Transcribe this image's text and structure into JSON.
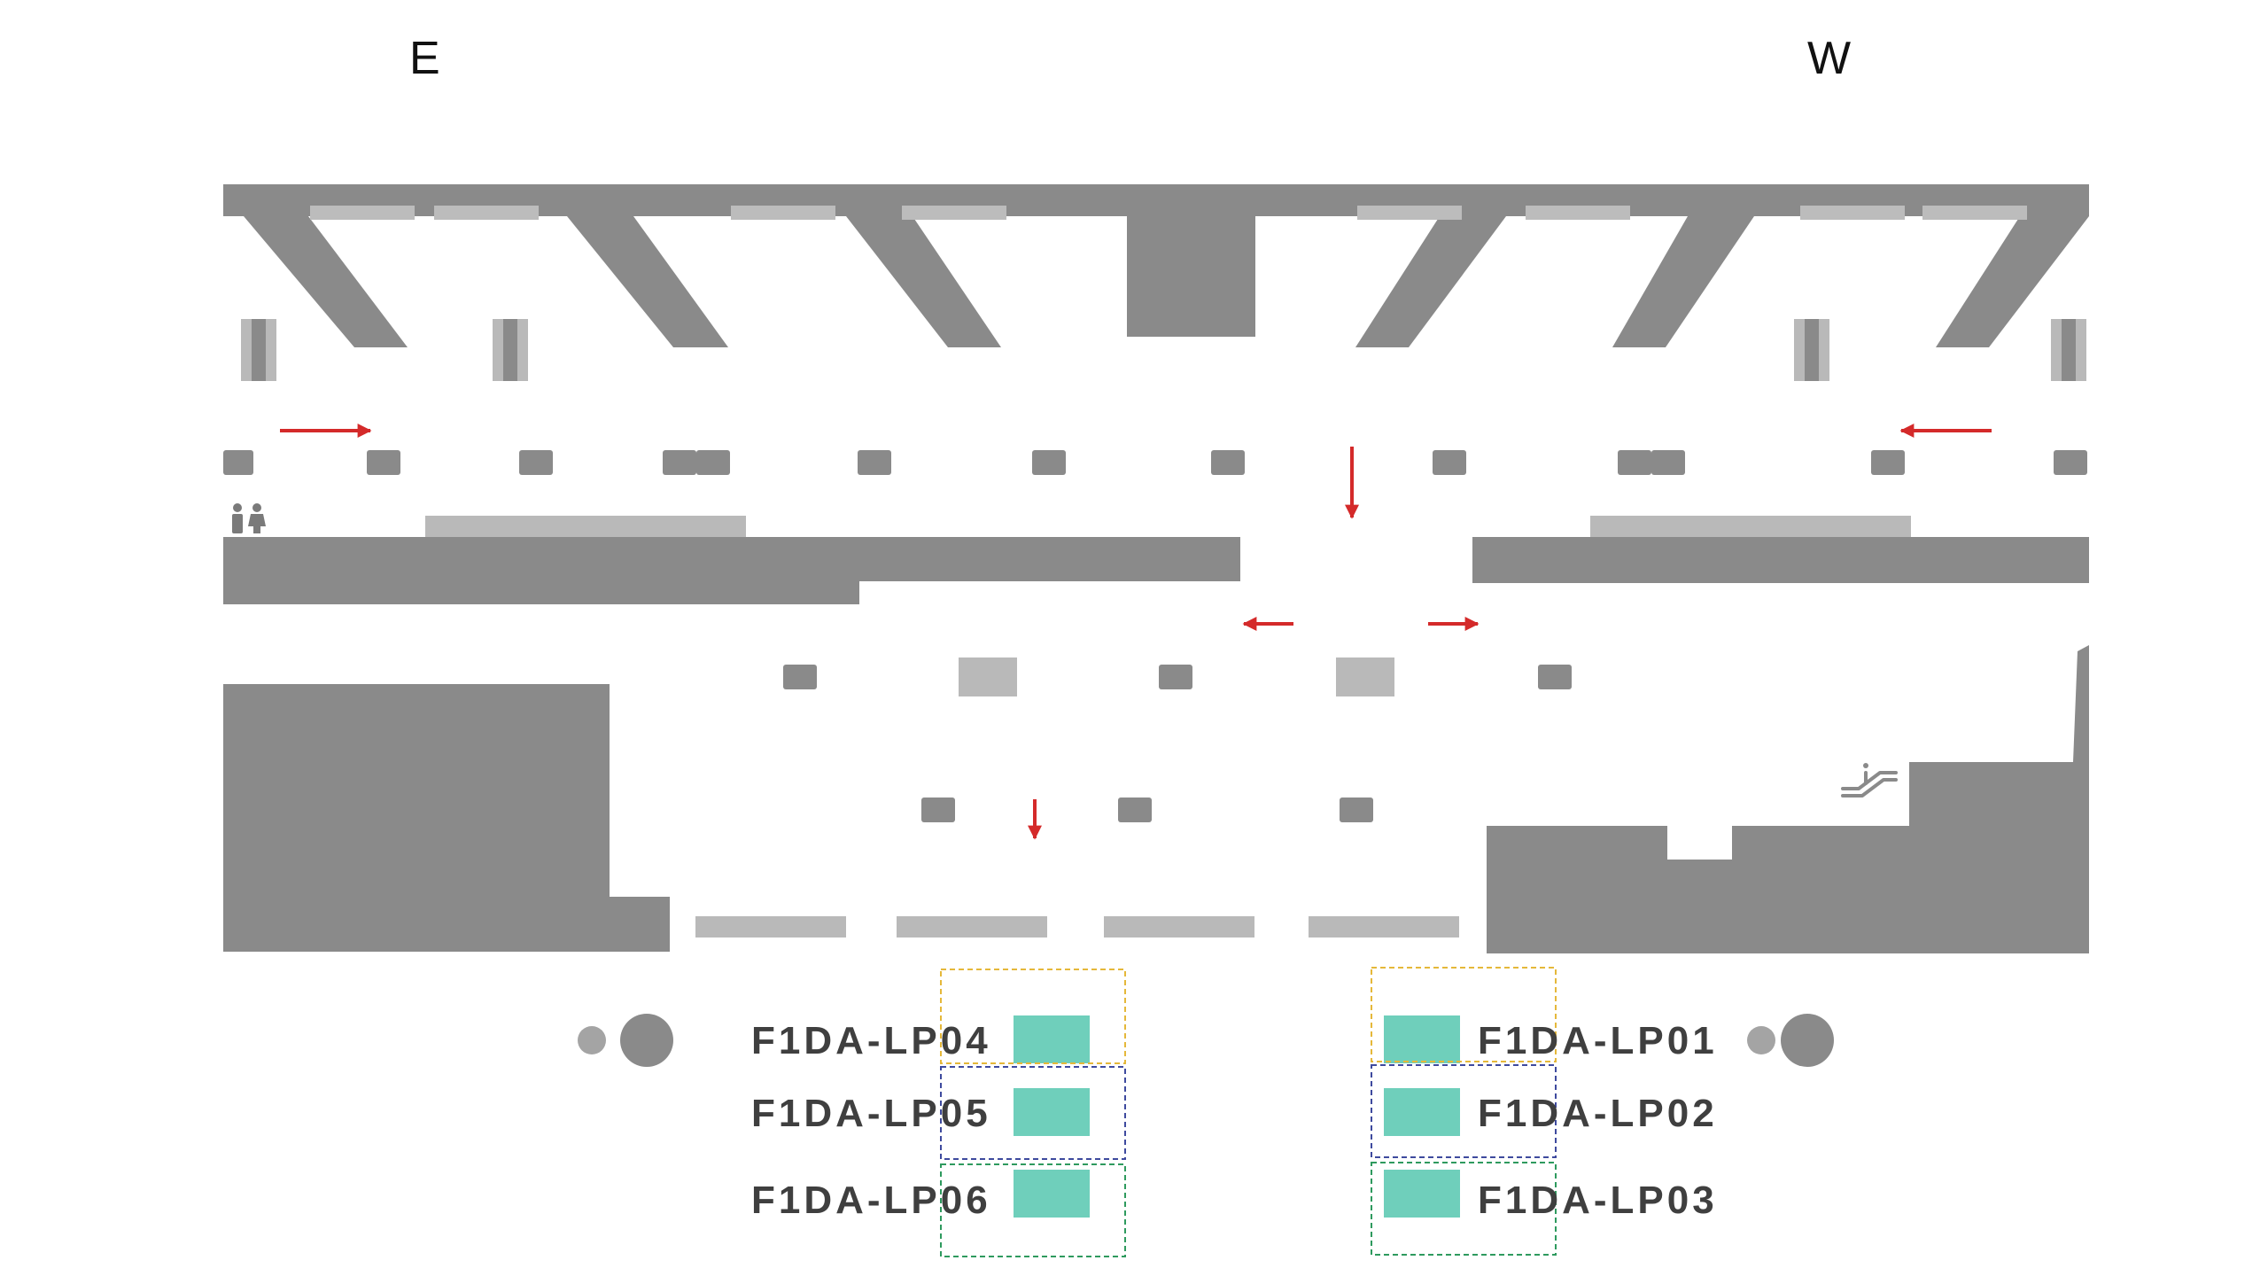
{
  "compass": {
    "east": "E",
    "west": "W"
  },
  "locations": [
    {
      "id": "lp04",
      "label": "F1DA-LP04"
    },
    {
      "id": "lp05",
      "label": "F1DA-LP05"
    },
    {
      "id": "lp06",
      "label": "F1DA-LP06"
    },
    {
      "id": "lp01",
      "label": "F1DA-LP01"
    },
    {
      "id": "lp02",
      "label": "F1DA-LP02"
    },
    {
      "id": "lp03",
      "label": "F1DA-LP03"
    }
  ],
  "colors": {
    "structure": "#8a8a8a",
    "structure_light": "#b9b9b9",
    "arrow": "#d42a2a",
    "marker": "#6fcfbb",
    "outline_yellow": "#e5b83a",
    "outline_blue": "#3e4a9e",
    "outline_green": "#2e9a5e"
  },
  "icons": [
    "restroom-icon",
    "escalator-icon"
  ]
}
